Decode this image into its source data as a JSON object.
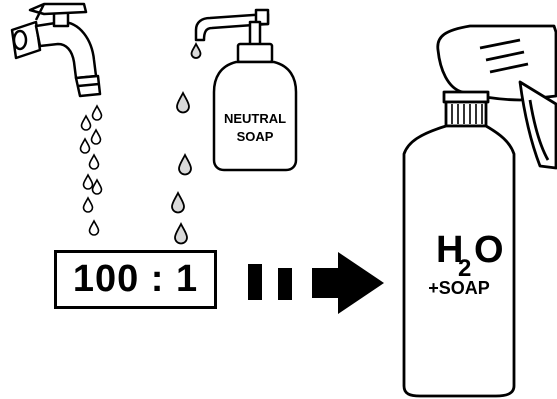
{
  "soap_bottle": {
    "label_line1": "NEUTRAL",
    "label_line2": "SOAP"
  },
  "ratio": {
    "text": "100 : 1"
  },
  "spray_bottle": {
    "formula_h": "H",
    "formula_sub": "2",
    "formula_o": "O",
    "formula_soap": "+SOAP"
  },
  "colors": {
    "ink": "#000000",
    "background": "#ffffff",
    "drop_fill": "#d9d9d9"
  }
}
